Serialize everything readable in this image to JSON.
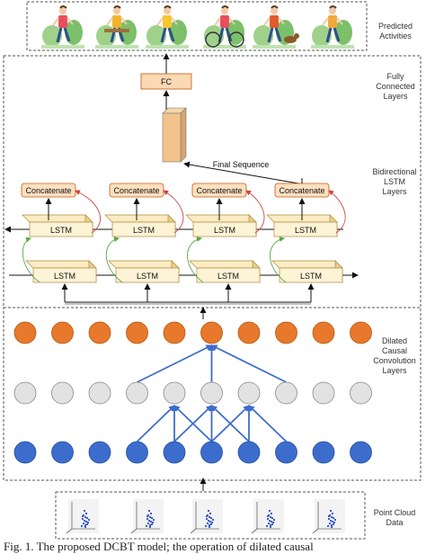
{
  "labels": {
    "predicted_activities": [
      "Predicted",
      "Activities"
    ],
    "fully_connected": [
      "Fully",
      "Connected",
      "Layers"
    ],
    "bidirectional": [
      "Bidirectional",
      "LSTM",
      "Layers"
    ],
    "dilated": [
      "Dilated",
      "Causal",
      "Convolution",
      "Layers"
    ],
    "point_cloud": [
      "Point Cloud",
      "Data"
    ]
  },
  "blocks": {
    "fc": "FC",
    "final_sequence": "Final Sequence",
    "concatenate": "Concatenate",
    "lstm": "LSTM"
  },
  "activities": [
    "running",
    "reading-on-bench",
    "standing-phone",
    "cycling",
    "walking-dog",
    "jogging"
  ],
  "colors": {
    "orange_node": "#e8782b",
    "grey_node": "#e2e2e2",
    "blue_node": "#3d6dcc",
    "lstm_fill": "#fbecc3",
    "concat_fill": "#fde0c0",
    "concat_stroke": "#c05a10",
    "fc_fill": "#fbd9b4",
    "green_arrow": "#5aa845",
    "red_arrow": "#cc4444",
    "blue_edge": "#3d6dcc"
  },
  "caption": "Fig. 1. The proposed DCBT model; the operation of dilated causal"
}
